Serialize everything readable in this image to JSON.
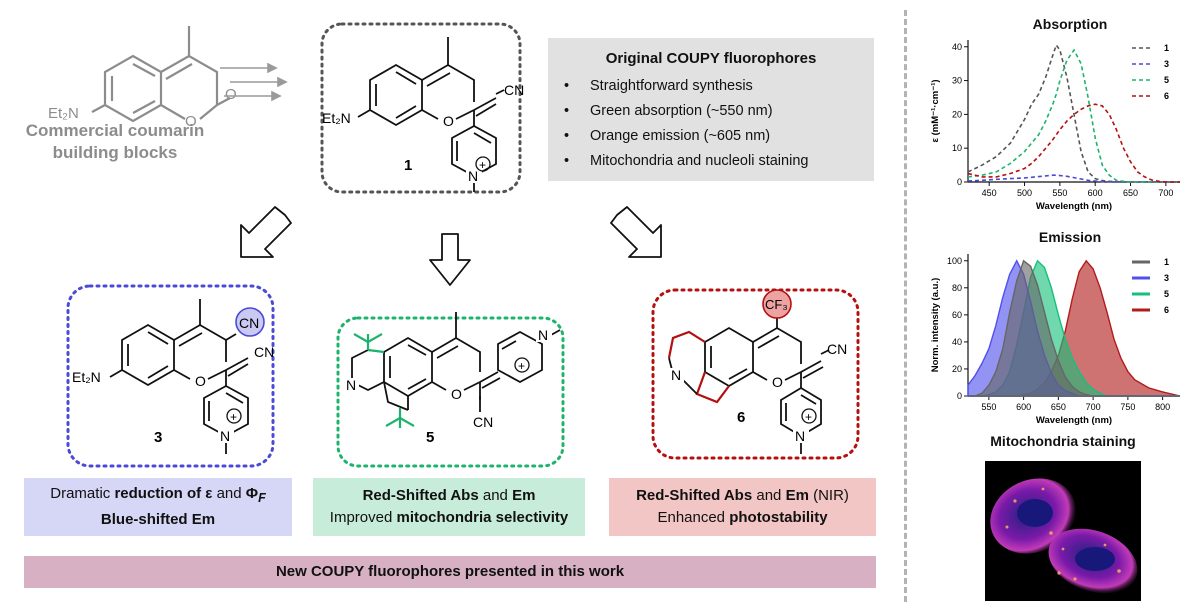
{
  "left_label": {
    "line1": "Commercial coumarin",
    "line2": "building blocks"
  },
  "coumarin_nh": "Et₂N",
  "compound_ids": {
    "c1": "1",
    "c3": "3",
    "c5": "5",
    "c6": "6"
  },
  "mol_labels": {
    "et2n": "Et₂N",
    "cn": "CN",
    "cf3": "CF₃",
    "n": "N",
    "plus": "+"
  },
  "info_box": {
    "title": "Original COUPY fluorophores",
    "items": [
      "Straightforward synthesis",
      "Green absorption (~550 nm)",
      "Orange emission (~605 nm)",
      "Mitochondria and nucleoli staining"
    ]
  },
  "captions": {
    "c3": {
      "pre": "Dramatic ",
      "b1": "reduction of ε",
      "mid": " and ",
      "b2": "Φ",
      "sub": "F",
      "line2": "Blue-shifted Em"
    },
    "c5": {
      "b1": "Red-Shifted Abs",
      "mid": " and ",
      "b2": "Em",
      "pre2": "Improved ",
      "b3": "mitochondria selectivity"
    },
    "c6": {
      "b1": "Red-Shifted Abs",
      "mid": " and ",
      "b2": "Em",
      "paren": " (NIR)",
      "pre2": "Enhanced ",
      "b3": "photostability"
    }
  },
  "banner": "New COUPY fluorophores presented in this work",
  "colors": {
    "c1": "#555555",
    "c3": "#4a4ad6",
    "c5": "#1db36c",
    "c6": "#b50f0f",
    "box3": "#d6d6f6",
    "box5": "#c7ecd9",
    "box6": "#f3c6c6",
    "banner": "#d7b1c3",
    "info": "#e1e1e1"
  },
  "chart_data": [
    {
      "type": "line",
      "title": "Absorption",
      "xlabel": "Wavelength (nm)",
      "ylabel": "ε (mM⁻¹·cm⁻¹)",
      "xlim": [
        420,
        720
      ],
      "ylim": [
        0,
        42
      ],
      "xticks": [
        450,
        500,
        550,
        600,
        650,
        700
      ],
      "yticks": [
        0,
        10,
        20,
        30,
        40
      ],
      "legend": "top-right",
      "x": [
        420,
        440,
        460,
        480,
        500,
        510,
        520,
        530,
        540,
        545,
        550,
        560,
        570,
        580,
        590,
        600,
        610,
        620,
        630,
        640,
        650,
        660,
        670,
        680,
        690,
        700,
        720
      ],
      "series": [
        {
          "name": "1",
          "color": "#555555",
          "values": [
            3.0,
            5.0,
            7.5,
            11.5,
            18.5,
            23,
            26,
            31,
            37.5,
            40.5,
            39,
            31,
            20,
            9,
            3,
            1,
            0.4,
            0.2,
            0.1,
            0,
            0,
            0,
            0,
            0,
            0,
            0,
            0
          ]
        },
        {
          "name": "3",
          "color": "#4a4ad6",
          "values": [
            0.3,
            0.5,
            0.8,
            1.0,
            1.2,
            1.4,
            1.6,
            1.8,
            2.0,
            2.0,
            1.9,
            1.7,
            1.3,
            0.9,
            0.5,
            0.3,
            0.1,
            0.05,
            0,
            0,
            0,
            0,
            0,
            0,
            0,
            0,
            0
          ]
        },
        {
          "name": "5",
          "color": "#1db36c",
          "values": [
            1.5,
            2.0,
            3.0,
            5.5,
            9,
            11.5,
            14,
            18,
            23,
            26,
            30,
            36,
            39,
            35,
            25,
            13,
            5,
            2,
            0.5,
            0.2,
            0,
            0,
            0,
            0,
            0,
            0,
            0
          ]
        },
        {
          "name": "6",
          "color": "#b50f0f",
          "values": [
            2.5,
            1.5,
            1.5,
            2.5,
            4,
            5.5,
            7.5,
            10,
            12.5,
            14,
            15.5,
            18,
            20,
            21.5,
            22.5,
            23,
            22.5,
            20,
            15.5,
            10,
            6,
            3,
            1.5,
            0.6,
            0.2,
            0,
            0
          ]
        }
      ]
    },
    {
      "type": "area",
      "title": "Emission",
      "xlabel": "Wavelength (nm)",
      "ylabel": "Norm. intensity (a.u.)",
      "xlim": [
        520,
        825
      ],
      "ylim": [
        0,
        105
      ],
      "xticks": [
        550,
        600,
        650,
        700,
        750,
        800
      ],
      "yticks": [
        0,
        20,
        40,
        60,
        80,
        100
      ],
      "legend": "top-right",
      "x": [
        520,
        530,
        540,
        550,
        560,
        570,
        580,
        590,
        600,
        610,
        620,
        630,
        640,
        650,
        660,
        670,
        680,
        690,
        700,
        710,
        720,
        730,
        740,
        750,
        760,
        780,
        800,
        825
      ],
      "series": [
        {
          "name": "1",
          "color": "#666666",
          "values": [
            0,
            0,
            2,
            8,
            18,
            35,
            62,
            85,
            100,
            96,
            82,
            62,
            42,
            26,
            14,
            7,
            3,
            1,
            0,
            0,
            0,
            0,
            0,
            0,
            0,
            0,
            0,
            0
          ]
        },
        {
          "name": "3",
          "color": "#5050ee",
          "values": [
            8,
            15,
            24,
            35,
            52,
            73,
            90,
            100,
            90,
            70,
            48,
            30,
            17,
            8,
            4,
            2,
            0,
            0,
            0,
            0,
            0,
            0,
            0,
            0,
            0,
            0,
            0,
            0
          ]
        },
        {
          "name": "5",
          "color": "#16c07a",
          "values": [
            0,
            0,
            0,
            1,
            3,
            8,
            18,
            38,
            62,
            88,
            100,
            95,
            80,
            60,
            42,
            28,
            18,
            10,
            5,
            2,
            0,
            0,
            0,
            0,
            0,
            0,
            0,
            0
          ]
        },
        {
          "name": "6",
          "color": "#b21b1b",
          "values": [
            0,
            0,
            0,
            0,
            0,
            0,
            0,
            0,
            1,
            2,
            5,
            10,
            18,
            30,
            48,
            72,
            92,
            100,
            94,
            80,
            62,
            42,
            28,
            18,
            12,
            6,
            3,
            0
          ]
        }
      ]
    }
  ],
  "right_titles": {
    "abs": "Absorption",
    "em": "Emission",
    "mito": "Mitochondria staining"
  }
}
